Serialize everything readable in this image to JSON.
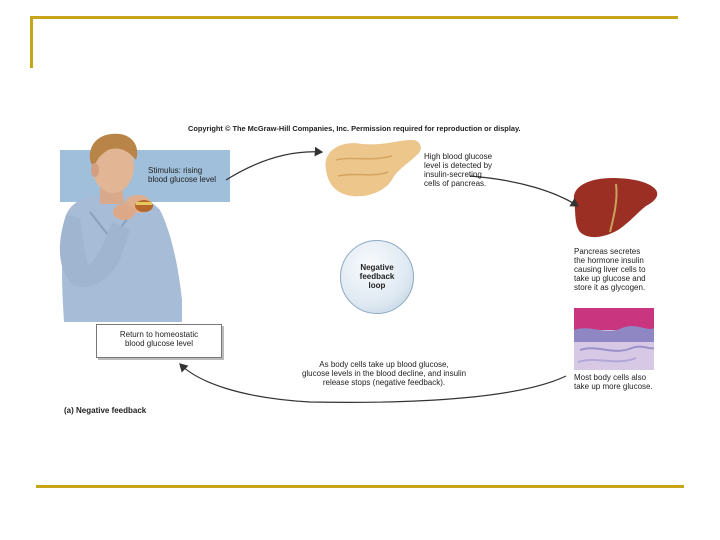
{
  "copyright": "Copyright © The McGraw-Hill Companies, Inc. Permission required for reproduction or display.",
  "stimulus": {
    "line1": "Stimulus: rising",
    "line2": "blood glucose level"
  },
  "detection": {
    "line1": "High blood glucose",
    "line2": "level is detected by",
    "line3": "insulin-secreting",
    "line4": "cells of pancreas."
  },
  "insulin_response": {
    "line1": "Pancreas secretes",
    "line2": "the hormone insulin",
    "line3": "causing liver cells to",
    "line4": "take up glucose and",
    "line5": "store it as glycogen."
  },
  "body_cells": {
    "line1": "Most body cells also",
    "line2": "take up more glucose."
  },
  "decline": {
    "line1": "As body cells take up blood glucose,",
    "line2": "glucose levels in the blood decline, and insulin",
    "line3": "release stops (negative feedback)."
  },
  "return": {
    "line1": "Return to homeostatic",
    "line2": "blood glucose level"
  },
  "center": {
    "line1": "Negative",
    "line2": "feedback",
    "line3": "loop"
  },
  "caption": "(a) Negative feedback",
  "colors": {
    "frame": "#c8a419",
    "stimulus_box": "#9fbfda",
    "arrow": "#333333"
  }
}
